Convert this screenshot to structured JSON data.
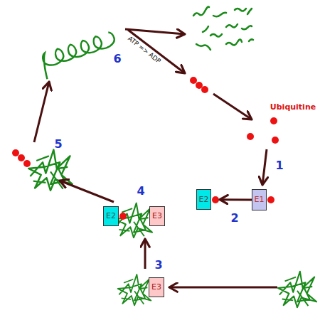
{
  "diagram": {
    "nodes": [
      {
        "text": [
          "E2"
        ]
      },
      {
        "text": [
          "E1"
        ]
      },
      {
        "text": [
          "E2"
        ]
      },
      {
        "text": [
          "E3"
        ]
      },
      {
        "text": [
          "E3"
        ]
      }
    ],
    "edges": [
      {
        "from": 1,
        "to": 0,
        "arrow": "to"
      }
    ],
    "labels": [
      "Ubiquitine",
      "ATP => ADP",
      "1",
      "2",
      "3",
      "4",
      "5",
      "6"
    ]
  }
}
